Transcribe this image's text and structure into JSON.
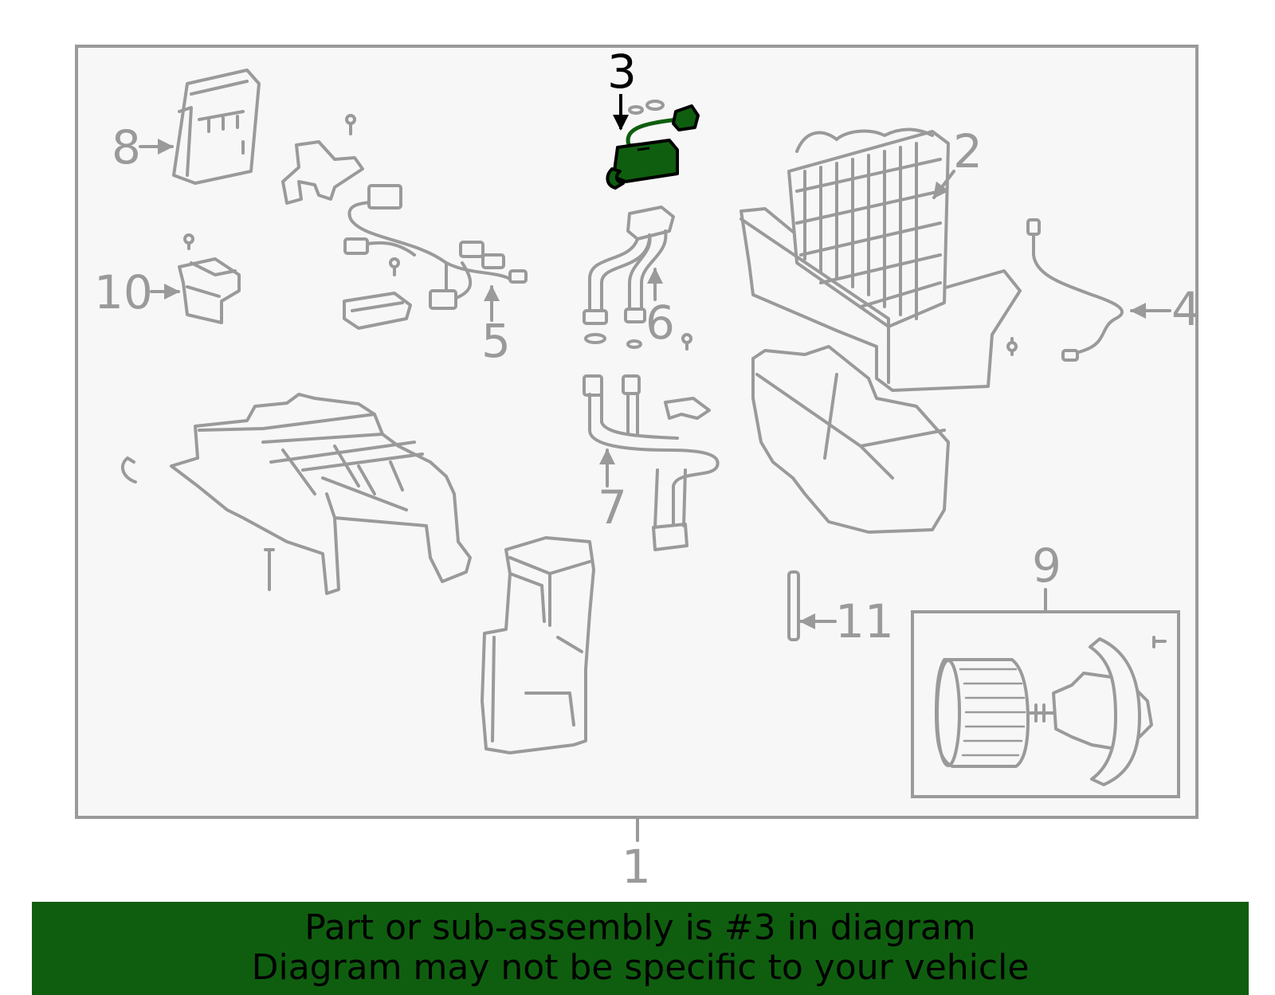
{
  "colors": {
    "highlight": "#0f5e0f",
    "banner_background": "#0f5e0f",
    "line": "#9a9a9a",
    "panel_background": "#f7f7f7"
  },
  "callouts": {
    "c1": "1",
    "c2": "2",
    "c3": "3",
    "c4": "4",
    "c5": "5",
    "c6": "6",
    "c7": "7",
    "c8": "8",
    "c9": "9",
    "c10": "10",
    "c11": "11"
  },
  "highlighted_part": "3",
  "banner": {
    "line1": "Part or sub-assembly is #3 in diagram",
    "line2": "Diagram may not be specific to your vehicle"
  }
}
